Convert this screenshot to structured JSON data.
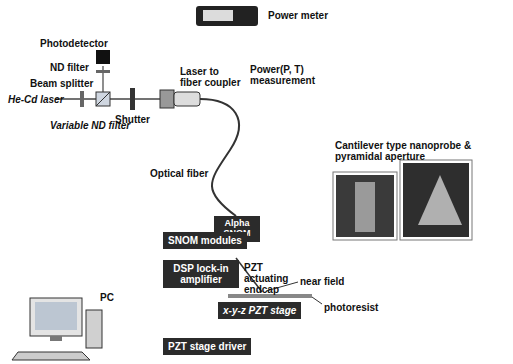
{
  "diagram": {
    "nodes": [
      {
        "text": [
          "Alpha SNOM"
        ]
      },
      {
        "text": [
          "SNOM modules"
        ]
      },
      {
        "text": [
          "DSP lock-in amplifier"
        ]
      },
      {
        "text": [
          "x-y-z PZT stage"
        ]
      },
      {
        "text": [
          "PZT stage driver"
        ]
      }
    ],
    "labels": [
      "Power meter",
      "Photodetector",
      "ND filter",
      "Beam splitter",
      "He-Cd laser",
      "Variable ND filter",
      "Shutter",
      "Laser to fiber coupler",
      "Power(P, T) measurement",
      "Optical fiber",
      "Cantilever type nanoprobe & pyramidal aperture",
      "PZT actuating endcap",
      "near field",
      "photoresist",
      "PC"
    ]
  }
}
